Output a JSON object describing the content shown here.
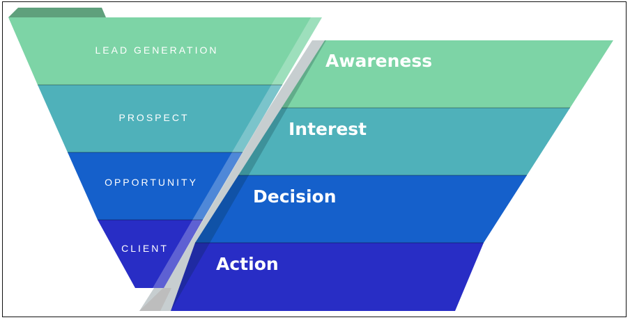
{
  "left_funnel": {
    "stages": [
      {
        "label": "LEAD GENERATION",
        "color": "#7dd4a6"
      },
      {
        "label": "PROSPECT",
        "color": "#4fb1ba"
      },
      {
        "label": "OPPORTUNITY",
        "color": "#1560cb"
      },
      {
        "label": "CLIENT",
        "color": "#282dc5"
      }
    ]
  },
  "right_funnel": {
    "stages": [
      {
        "label": "Awareness",
        "color": "#7dd4a6"
      },
      {
        "label": "Interest",
        "color": "#4fb1ba"
      },
      {
        "label": "Decision",
        "color": "#1560cb"
      },
      {
        "label": "Action",
        "color": "#282dc5"
      }
    ]
  }
}
